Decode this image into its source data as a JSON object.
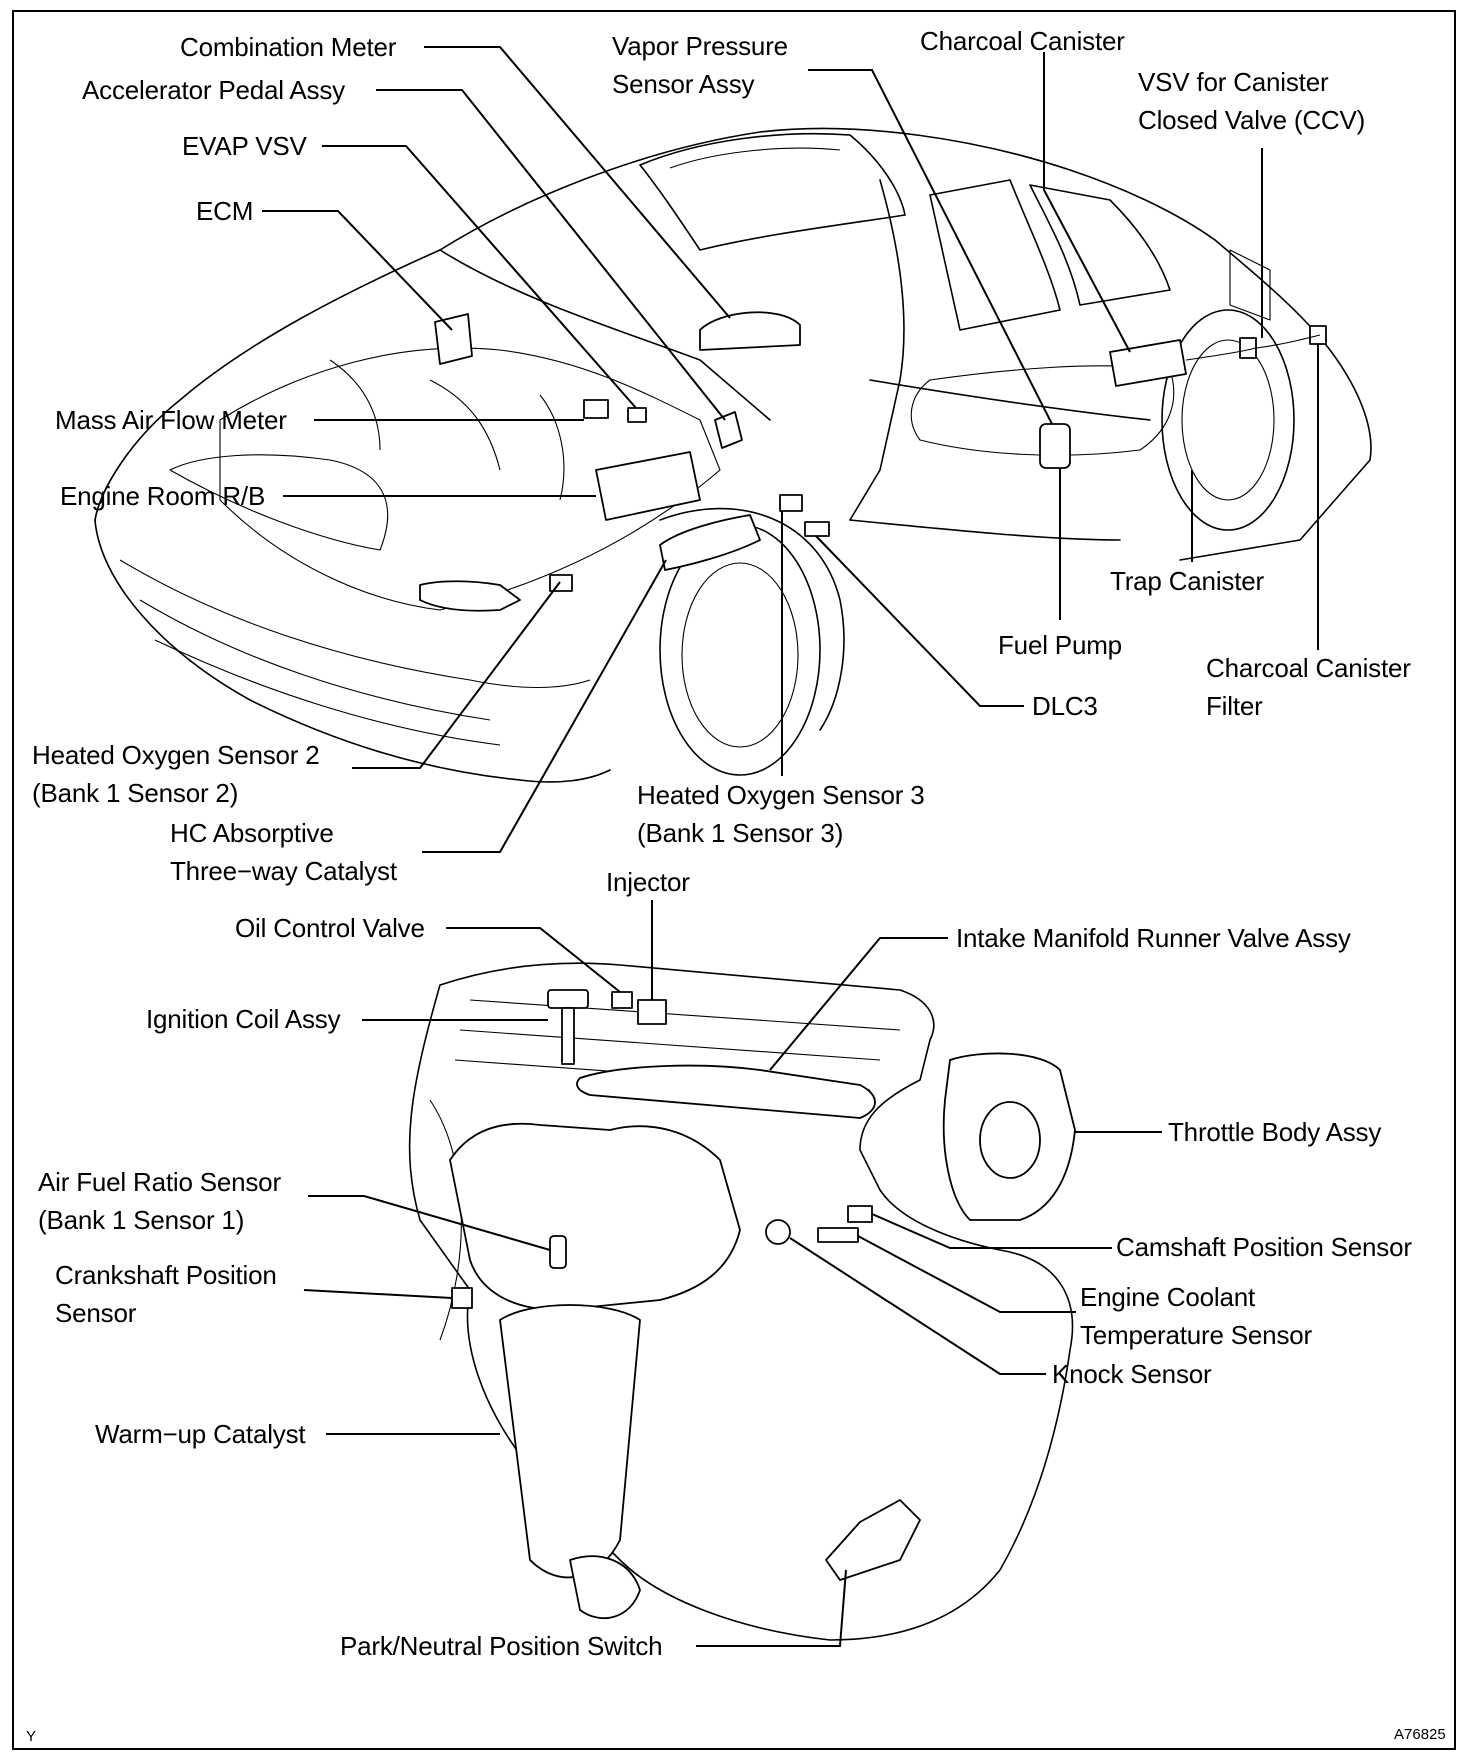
{
  "figure_id": "A76825",
  "corner_mark": "Y",
  "car_labels": {
    "combination_meter": "Combination Meter",
    "accelerator_pedal": "Accelerator Pedal Assy",
    "evap_vsv": "EVAP VSV",
    "ecm": "ECM",
    "mass_air_flow": "Mass Air Flow Meter",
    "engine_room_rb": "Engine Room R/B",
    "ho2s2": [
      "Heated Oxygen Sensor 2",
      "(Bank 1 Sensor 2)"
    ],
    "hc_catalyst": [
      "HC Absorptive",
      "Three−way Catalyst"
    ],
    "vapor_pressure": [
      "Vapor Pressure",
      "Sensor Assy"
    ],
    "charcoal_canister": "Charcoal Canister",
    "vsv_ccv": [
      "VSV for Canister",
      "Closed Valve (CCV)"
    ],
    "trap_canister": "Trap Canister",
    "fuel_pump": "Fuel Pump",
    "charcoal_filter": [
      "Charcoal Canister",
      "Filter"
    ],
    "dlc3": "DLC3",
    "ho2s3": [
      "Heated Oxygen Sensor 3",
      "(Bank 1 Sensor 3)"
    ]
  },
  "engine_labels": {
    "injector": "Injector",
    "oil_control_valve": "Oil Control Valve",
    "intake_runner": "Intake Manifold Runner Valve Assy",
    "ignition_coil": "Ignition Coil Assy",
    "throttle_body": "Throttle Body Assy",
    "af_sensor": [
      "Air Fuel Ratio Sensor",
      "(Bank 1 Sensor 1)"
    ],
    "camshaft_sensor": "Camshaft Position Sensor",
    "crankshaft_sensor": [
      "Crankshaft Position",
      "Sensor"
    ],
    "coolant_sensor": [
      "Engine Coolant",
      "Temperature Sensor"
    ],
    "knock_sensor": "Knock Sensor",
    "warmup_catalyst": "Warm−up Catalyst",
    "park_neutral": "Park/Neutral Position Switch"
  }
}
